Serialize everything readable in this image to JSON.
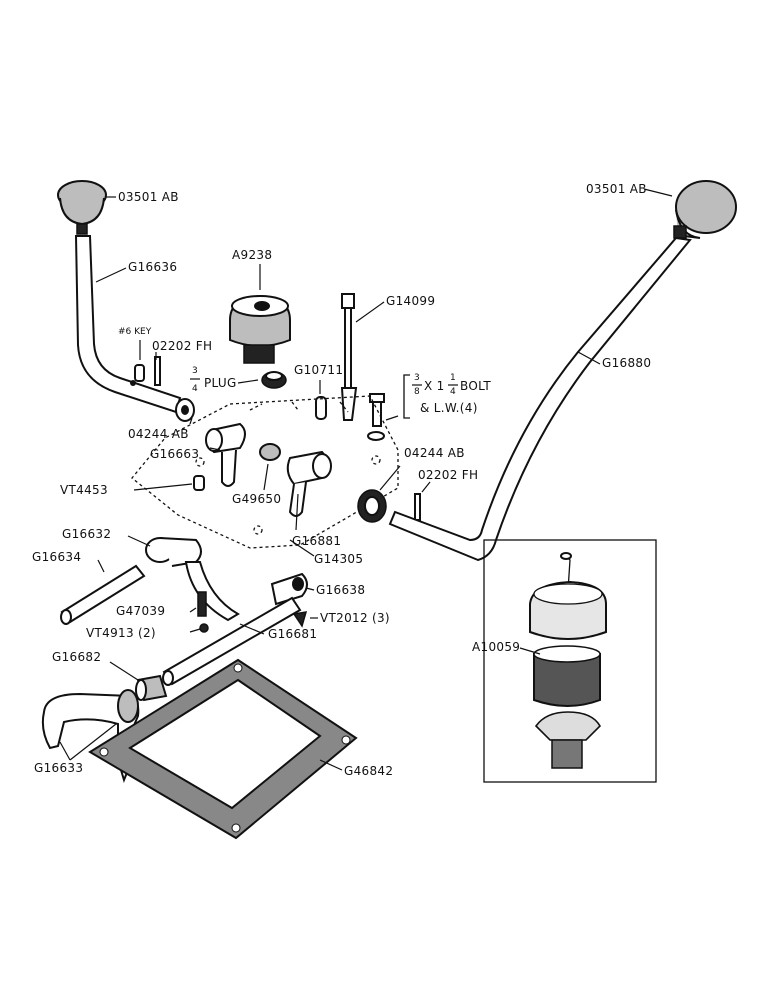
{
  "labels": {
    "knob_left": "03501 AB",
    "lever_left": "G16636",
    "key": "#6 KEY",
    "pin_left": "02202 FH",
    "plug": "PLUG",
    "plug_frac_num": "3",
    "plug_frac_den": "4",
    "washer_left": "04244 AB",
    "fork_left_top": "G16663",
    "cap_top": "A9238",
    "dowel": "G10711",
    "roller": "G49650",
    "fork_right_top": "G16881",
    "cover": "G14305",
    "vt4453": "VT4453",
    "breather": "G14099",
    "bolt_a": "3",
    "bolt_a2": "8",
    "bolt_b": "X 1",
    "bolt_c": "1",
    "bolt_c2": "4",
    "bolt_d": "BOLT",
    "bolt_e": "& L.W.(4)",
    "washer_right": "04244 AB",
    "pin_right": "02202 FH",
    "knob_right": "03501 AB",
    "lever_right": "G16880",
    "fork_g16632": "G16632",
    "rail_g16634": "G16634",
    "spring": "G47039",
    "ball": "VT4913 (2)",
    "rail_g16681": "G16681",
    "block": "G16638",
    "screw": "VT2012 (3)",
    "sleeve": "G16682",
    "fork_g16633": "G16633",
    "gasket": "G46842",
    "kit": "A10059"
  }
}
